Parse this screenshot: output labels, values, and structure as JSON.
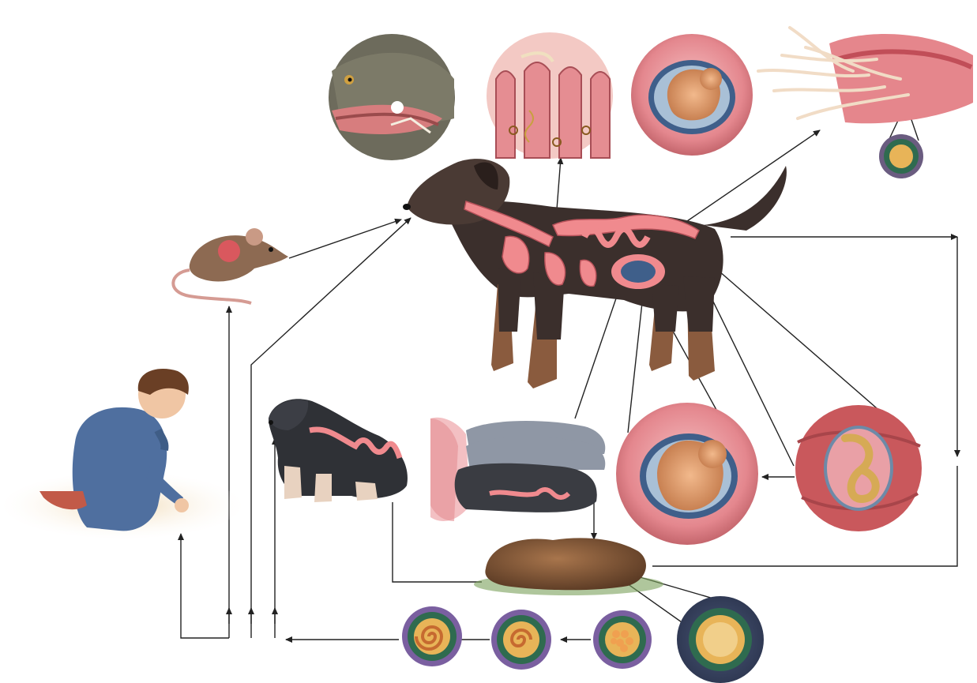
{
  "figure": {
    "subjects": [
      "dog-adult",
      "mouse",
      "child",
      "puppy",
      "nursing-puppies",
      "feces",
      "egg-stage-1",
      "egg-stage-2",
      "egg-stage-3",
      "egg-stage-4",
      "inset-mouth",
      "inset-intestinal-villi",
      "inset-fetus",
      "inset-adult-worms",
      "inset-fetus-large",
      "inset-encysted-larva"
    ],
    "colors": {
      "dog_fur": "#3b2f2c",
      "dog_fur_light": "#8a5b3e",
      "organ_pink": "#f08a8e",
      "inset_bg_pink": "#e9a0a6",
      "egg_green": "#2f6b4f",
      "egg_purple": "#7a5fa0",
      "egg_yellow": "#e8b458",
      "feces_brown": "#7b5133",
      "sand": "#e9cfa7",
      "child_blue": "#4f6f9f",
      "arrow": "#222222"
    }
  }
}
